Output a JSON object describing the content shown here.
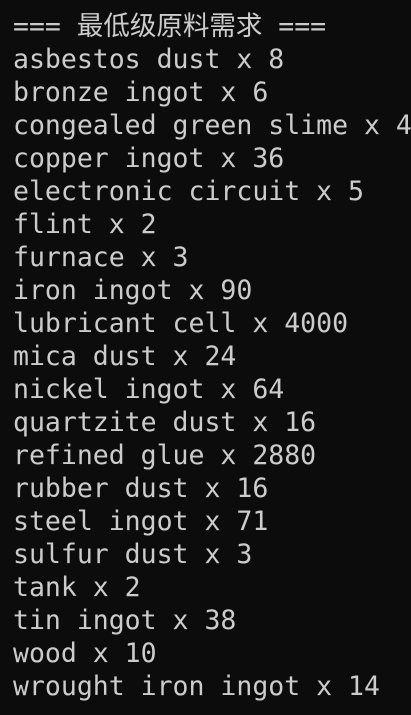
{
  "terminal": {
    "header": "=== 最低级原料需求 ===",
    "lines": [
      "asbestos dust x 8",
      "bronze ingot x 6",
      "congealed green slime x 4",
      "copper ingot x 36",
      "electronic circuit x 5",
      "flint x 2",
      "furnace x 3",
      "iron ingot x 90",
      "lubricant cell x 4000",
      "mica dust x 24",
      "nickel ingot x 64",
      "quartzite dust x 16",
      "refined glue x 2880",
      "rubber dust x 16",
      "steel ingot x 71",
      "sulfur dust x 3",
      "tank x 2",
      "tin ingot x 38",
      "wood x 10",
      "wrought iron ingot x 14"
    ]
  }
}
